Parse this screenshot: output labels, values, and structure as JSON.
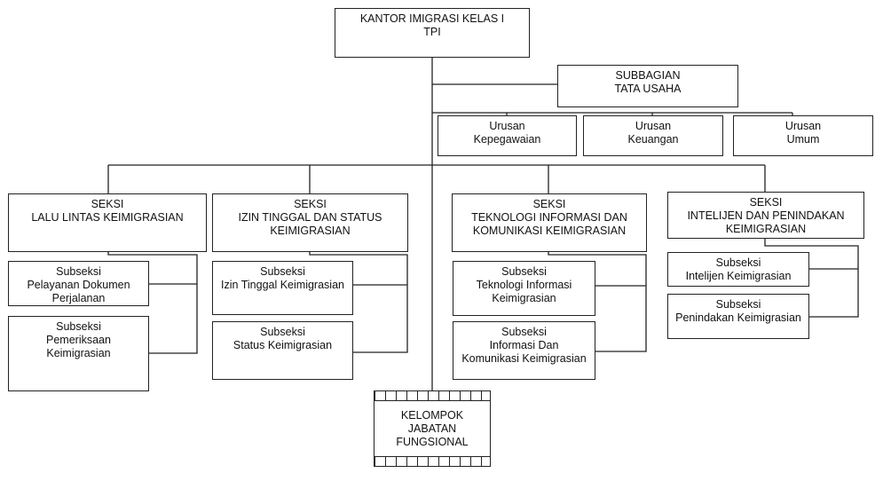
{
  "kantor": {
    "line1": "KANTOR IMIGRASI KELAS I",
    "line2": "TPI"
  },
  "subbagian": {
    "line1": "SUBBAGIAN",
    "line2": "TATA USAHA"
  },
  "urusan": [
    {
      "line1": "Urusan",
      "line2": "Kepegawaian"
    },
    {
      "line1": "Urusan",
      "line2": "Keuangan"
    },
    {
      "line1": "Urusan",
      "line2": "Umum"
    }
  ],
  "seksi": [
    {
      "line1": "SEKSI",
      "line2": "LALU LINTAS KEIMIGRASIAN",
      "line3": ""
    },
    {
      "line1": "SEKSI",
      "line2": "IZIN TINGGAL DAN STATUS",
      "line3": "KEIMIGRASIAN"
    },
    {
      "line1": "SEKSI",
      "line2": "TEKNOLOGI INFORMASI DAN",
      "line3": "KOMUNIKASI KEIMIGRASIAN"
    },
    {
      "line1": "SEKSI",
      "line2": "INTELIJEN DAN PENINDAKAN",
      "line3": "KEIMIGRASIAN"
    }
  ],
  "subseksi": [
    [
      {
        "line1": "Subseksi",
        "line2": "Pelayanan Dokumen",
        "line3": "Perjalanan"
      },
      {
        "line1": "Subseksi",
        "line2": "Pemeriksaan",
        "line3": "Keimigrasian"
      }
    ],
    [
      {
        "line1": "Subseksi",
        "line2": "Izin Tinggal Keimigrasian",
        "line3": ""
      },
      {
        "line1": "Subseksi",
        "line2": "Status Keimigrasian",
        "line3": ""
      }
    ],
    [
      {
        "line1": "Subseksi",
        "line2": "Teknologi Informasi",
        "line3": "Keimigrasian"
      },
      {
        "line1": "Subseksi",
        "line2": "Informasi Dan",
        "line3": "Komunikasi Keimigrasian"
      }
    ],
    [
      {
        "line1": "Subseksi",
        "line2": "Intelijen Keimigrasian",
        "line3": ""
      },
      {
        "line1": "Subseksi",
        "line2": "Penindakan Keimigrasian",
        "line3": ""
      }
    ]
  ],
  "kelompok": {
    "line1": "KELOMPOK",
    "line2": "JABATAN",
    "line3": "FUNGSIONAL"
  }
}
